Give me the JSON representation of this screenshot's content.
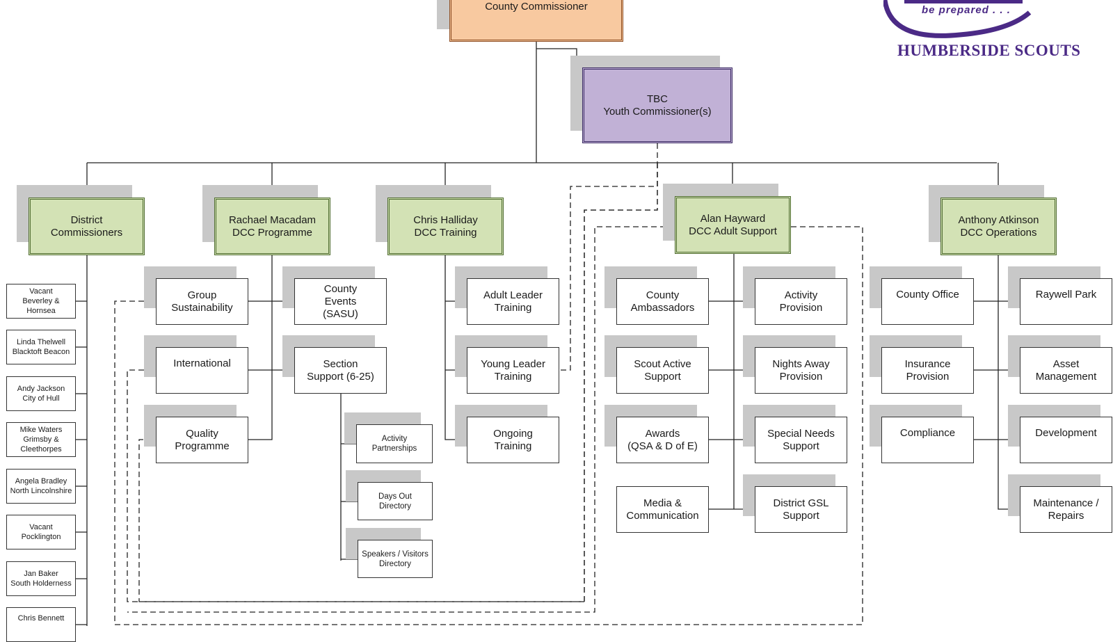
{
  "brand": {
    "tagline": "be prepared . . .",
    "name": "HUMBERSIDE SCOUTS",
    "color": "#4b2a86"
  },
  "top": {
    "county_commissioner": "County Commissioner",
    "youth_commissioner": "TBC\nYouth Commissioner(s)"
  },
  "heads": {
    "district": "District\nCommissioners",
    "programme": "Rachael Macadam\nDCC Programme",
    "training": "Chris Halliday\nDCC Training",
    "adult_support": "Alan Hayward\nDCC Adult Support",
    "operations": "Anthony Atkinson\nDCC Operations"
  },
  "districts": [
    "Vacant\nBeverley &\nHornsea",
    "Linda Thelwell\nBlacktoft Beacon",
    "Andy Jackson\nCity of Hull",
    "Mike Waters\nGrimsby &\nCleethorpes",
    "Angela Bradley\nNorth Lincolnshire",
    "Vacant\nPocklington",
    "Jan Baker\nSouth Holderness",
    "Chris Bennett"
  ],
  "programme": {
    "group_sustainability": "Group\nSustainability",
    "international": "International",
    "quality_programme": "Quality\nProgramme",
    "county_events": "County\nEvents\n(SASU)",
    "section_support": "Section\nSupport (6-25)",
    "sub": [
      "Activity\nPartnerships",
      "Days Out\nDirectory",
      "Speakers / Visitors\nDirectory"
    ]
  },
  "training": [
    "Adult Leader\nTraining",
    "Young Leader\nTraining",
    "Ongoing\nTraining"
  ],
  "adult_support": {
    "left": [
      "County\nAmbassadors",
      "Scout Active\nSupport",
      "Awards\n(QSA & D of E)",
      "Media &\nCommunication"
    ],
    "right": [
      "Activity\nProvision",
      "Nights Away\nProvision",
      "Special Needs\nSupport",
      "District GSL\nSupport"
    ]
  },
  "operations": {
    "left": [
      "County Office",
      "Insurance\nProvision",
      "Compliance"
    ],
    "right": [
      "Raywell Park",
      "Asset\nManagement",
      "Development",
      "Maintenance /\nRepairs"
    ]
  },
  "colors": {
    "county_commissioner": "#f8c9a0",
    "youth_commissioner": "#c1b1d6",
    "dcc": "#d3e2b5",
    "shadow": "#c8c8c8"
  }
}
